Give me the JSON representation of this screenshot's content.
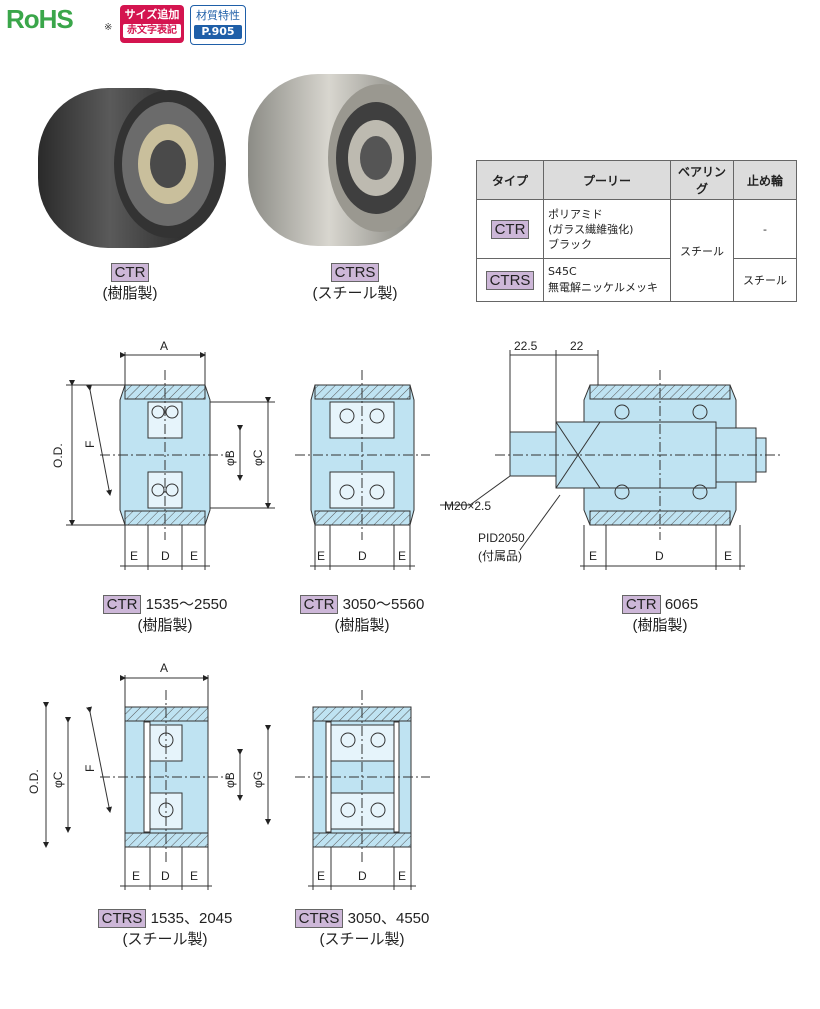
{
  "header": {
    "rohs": "RoHS",
    "rohs_note": "※",
    "size_badge_line1": "サイズ追加",
    "size_badge_line2": "赤文字表記",
    "material_badge_line1": "材質特性",
    "material_badge_line2": "P.905"
  },
  "photos": [
    {
      "tag": "CTR",
      "material": "(樹脂製)"
    },
    {
      "tag": "CTRS",
      "material": "(スチール製)"
    }
  ],
  "spec_table": {
    "headers": [
      "タイプ",
      "プーリー",
      "ベアリング",
      "止め輪"
    ],
    "rows": [
      {
        "type": "CTR",
        "pulley_lines": [
          "ポリアミド",
          "(ガラス繊維強化)",
          "ブラック"
        ],
        "ring": "-"
      },
      {
        "type": "CTRS",
        "pulley_lines": [
          "S45C",
          "無電解ニッケルメッキ"
        ],
        "ring": "スチール"
      }
    ],
    "bearing": "スチール"
  },
  "drawings": {
    "labels": {
      "A": "A",
      "OD": "O.D.",
      "F": "F",
      "B": "φB",
      "C": "φC",
      "G": "φG",
      "E": "E",
      "D": "D",
      "dim1": "22.5",
      "dim2": "22",
      "thread": "M20×2.5",
      "part": "PID2050",
      "part_note": "(付属品)"
    },
    "captions": [
      {
        "tag": "CTR",
        "range": "1535〜2550",
        "material": "(樹脂製)"
      },
      {
        "tag": "CTR",
        "range": "3050〜5560",
        "material": "(樹脂製)"
      },
      {
        "tag": "CTR",
        "range": "6065",
        "material": "(樹脂製)"
      },
      {
        "tag": "CTRS",
        "range": "1535、2045",
        "material": "(スチール製)"
      },
      {
        "tag": "CTRS",
        "range": "3050、4550",
        "material": "(スチール製)"
      }
    ]
  },
  "colors": {
    "fill": "#bfe3f2",
    "tag_bg": "#cdb7d8",
    "red_badge": "#d4144f",
    "blue_badge": "#1f5fa8",
    "rohs": "#3aa64a"
  }
}
